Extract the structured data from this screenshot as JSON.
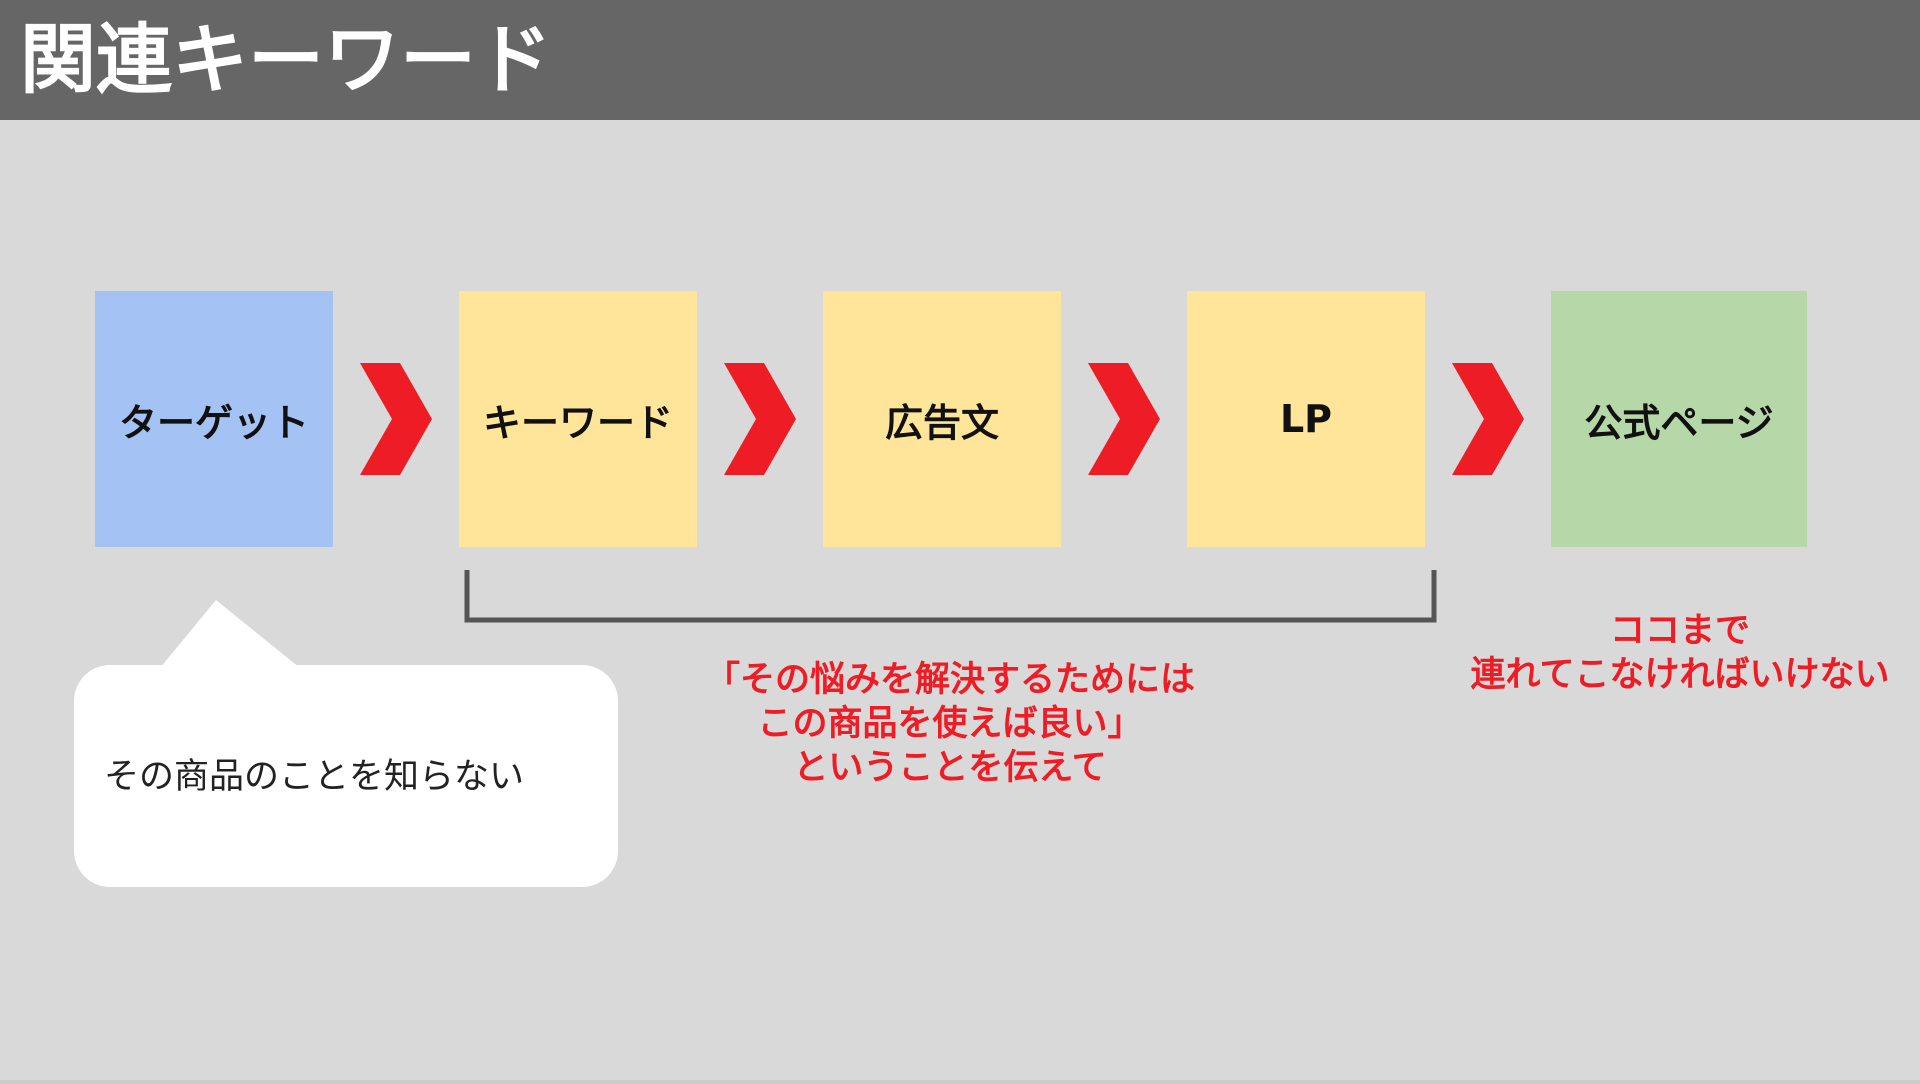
{
  "header": {
    "title": "関連キーワード"
  },
  "flow": {
    "steps": [
      {
        "label": "ターゲット",
        "color": "#a4c2f4"
      },
      {
        "label": "キーワード",
        "color": "#ffe599"
      },
      {
        "label": "広告文",
        "color": "#ffe599"
      },
      {
        "label": "LP",
        "color": "#ffe599"
      },
      {
        "label": "公式ページ",
        "color": "#b6d7a8"
      }
    ],
    "arrow_color": "#ee1c25"
  },
  "bubble": {
    "text": "その商品のことを知らない"
  },
  "notes": {
    "middle": [
      "「その悩みを解決するためには",
      "この商品を使えば良い」",
      "ということを伝えて"
    ],
    "right": [
      "ココまで",
      "連れてこなければいけない"
    ],
    "color": "#ee1c25"
  }
}
